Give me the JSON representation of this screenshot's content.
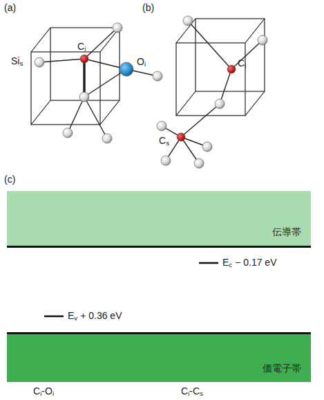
{
  "diagram": {
    "nodes": [
      {
        "text": [
          "伝導帯"
        ]
      },
      {
        "text": [
          "価電子帯"
        ]
      }
    ],
    "labels": [
      "(a)",
      "Ci",
      "Sis",
      "Oi",
      "(b)",
      "Ci",
      "Cs",
      "(c)",
      "Ec − 0.17 eV",
      "Ev + 0.36 eV",
      "Ci-Oi",
      "Ci-Cs"
    ]
  }
}
